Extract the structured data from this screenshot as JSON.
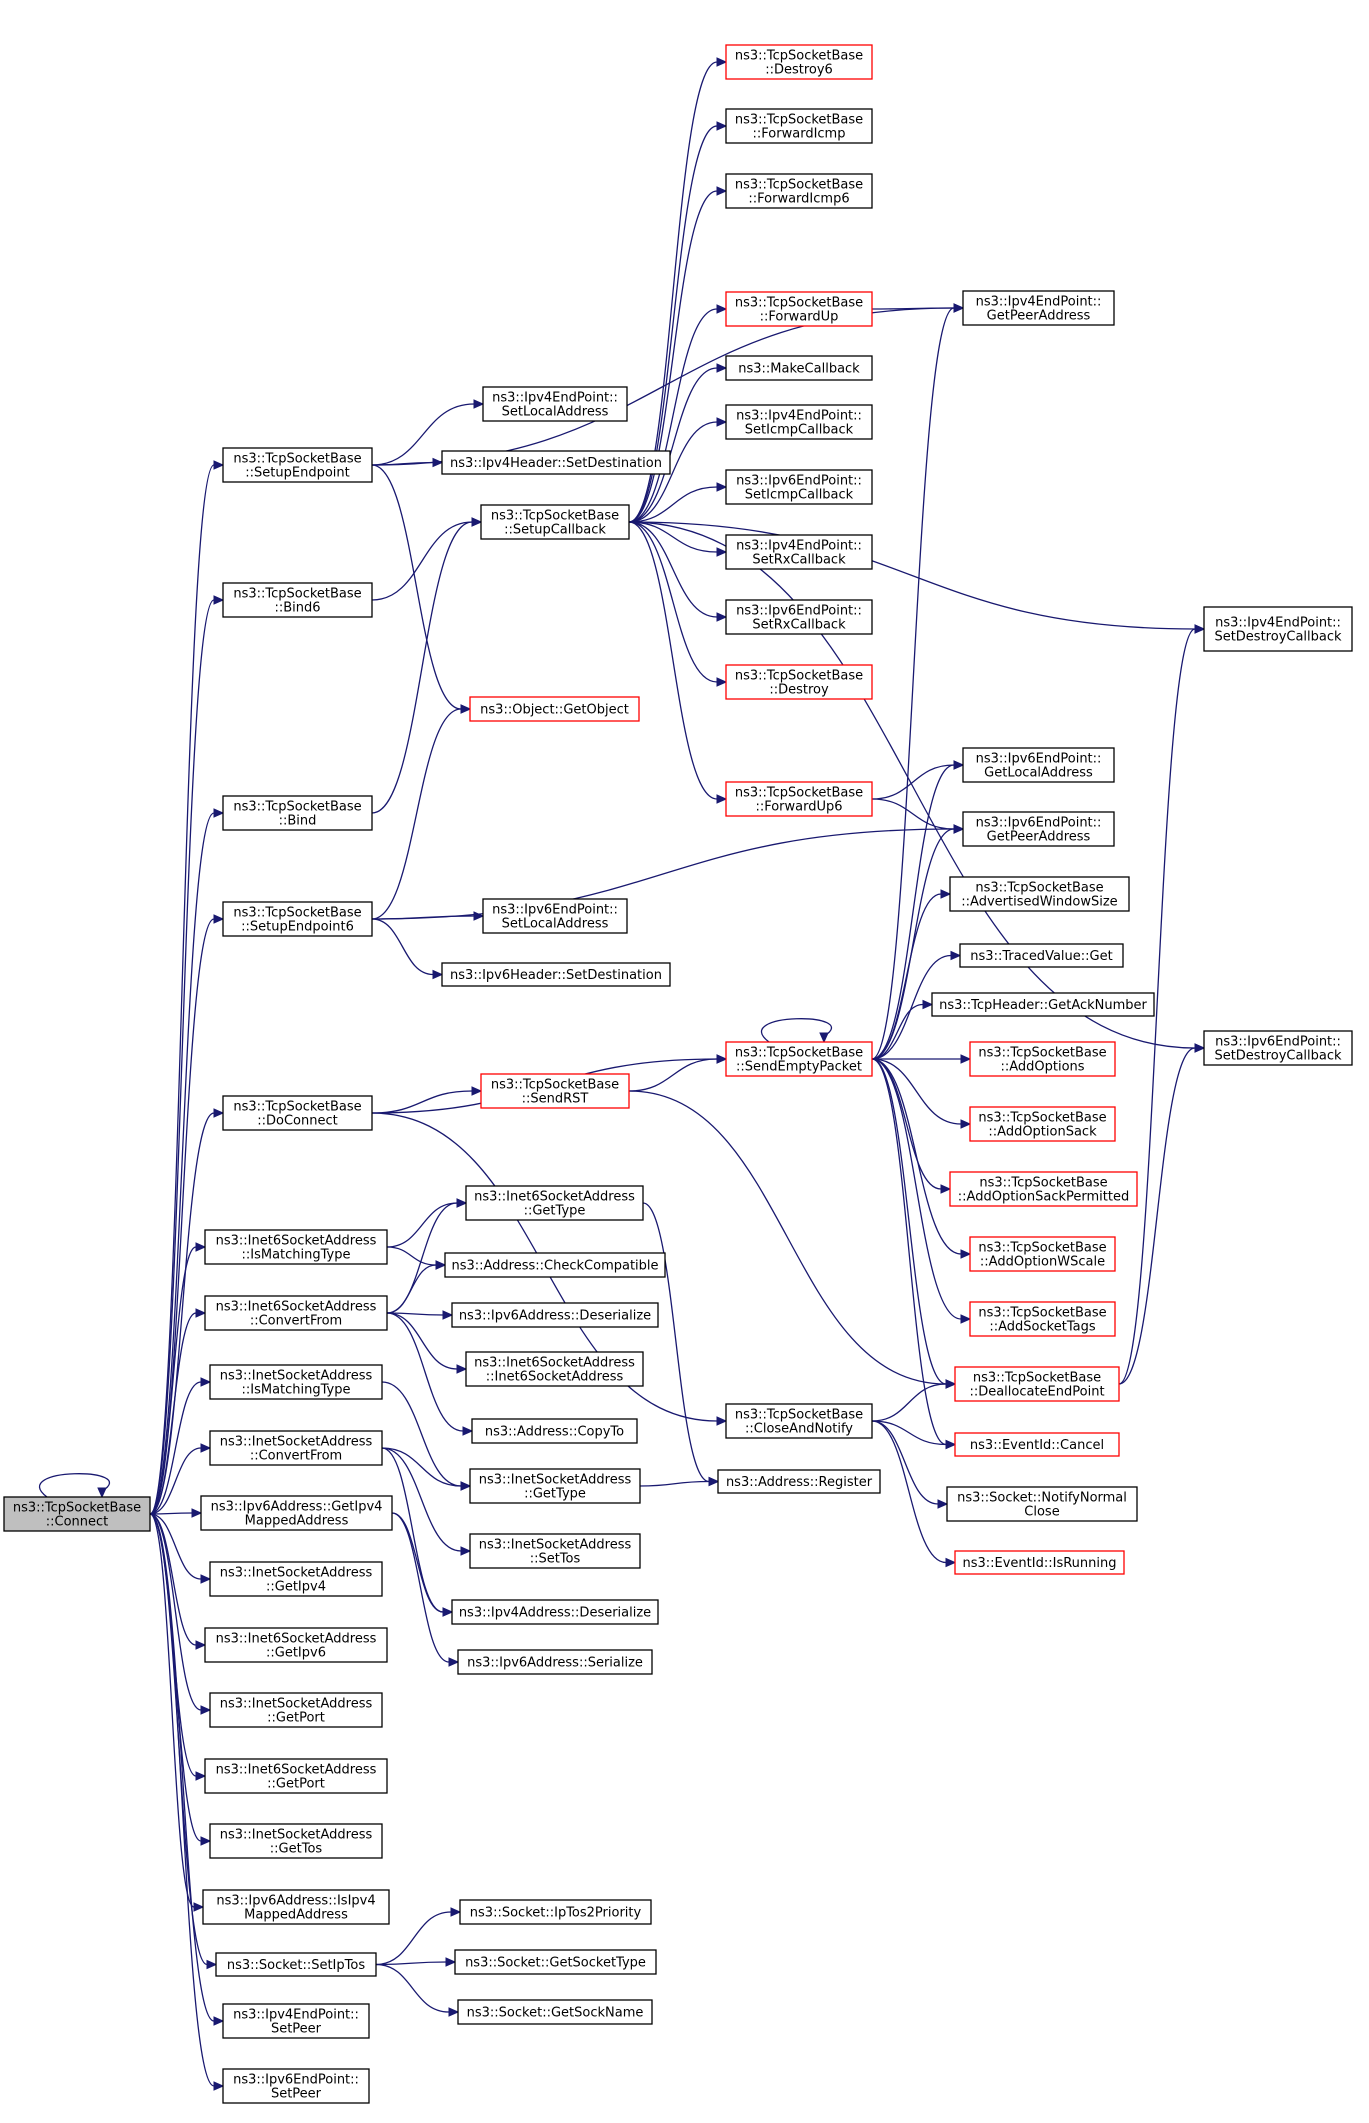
{
  "colors": {
    "edge": "#191970",
    "node_border_normal": "#000000",
    "node_border_red": "#ff0000",
    "root_fill": "#bfbfbf",
    "node_fill": "#ffffff"
  },
  "nodes": [
    {
      "id": "connect",
      "lines": [
        "ns3::TcpSocketBase",
        "::Connect"
      ],
      "style": "root"
    },
    {
      "id": "setupEndpoint",
      "lines": [
        "ns3::TcpSocketBase",
        "::SetupEndpoint"
      ],
      "style": "normal"
    },
    {
      "id": "bind6",
      "lines": [
        "ns3::TcpSocketBase",
        "::Bind6"
      ],
      "style": "normal"
    },
    {
      "id": "bind",
      "lines": [
        "ns3::TcpSocketBase",
        "::Bind"
      ],
      "style": "normal"
    },
    {
      "id": "setupEndpoint6",
      "lines": [
        "ns3::TcpSocketBase",
        "::SetupEndpoint6"
      ],
      "style": "normal"
    },
    {
      "id": "doConnect",
      "lines": [
        "ns3::TcpSocketBase",
        "::DoConnect"
      ],
      "style": "normal"
    },
    {
      "id": "i6sa_isMatch",
      "lines": [
        "ns3::Inet6SocketAddress",
        "::IsMatchingType"
      ],
      "style": "normal"
    },
    {
      "id": "i6sa_convFrom",
      "lines": [
        "ns3::Inet6SocketAddress",
        "::ConvertFrom"
      ],
      "style": "normal"
    },
    {
      "id": "isa_isMatch",
      "lines": [
        "ns3::InetSocketAddress",
        "::IsMatchingType"
      ],
      "style": "normal"
    },
    {
      "id": "isa_convFrom",
      "lines": [
        "ns3::InetSocketAddress",
        "::ConvertFrom"
      ],
      "style": "normal"
    },
    {
      "id": "ipv6_getIpv4Mapped",
      "lines": [
        "ns3::Ipv6Address::GetIpv4",
        "MappedAddress"
      ],
      "style": "normal"
    },
    {
      "id": "isa_getIpv4",
      "lines": [
        "ns3::InetSocketAddress",
        "::GetIpv4"
      ],
      "style": "normal"
    },
    {
      "id": "i6sa_getIpv6",
      "lines": [
        "ns3::Inet6SocketAddress",
        "::GetIpv6"
      ],
      "style": "normal"
    },
    {
      "id": "isa_getPort",
      "lines": [
        "ns3::InetSocketAddress",
        "::GetPort"
      ],
      "style": "normal"
    },
    {
      "id": "i6sa_getPort",
      "lines": [
        "ns3::Inet6SocketAddress",
        "::GetPort"
      ],
      "style": "normal"
    },
    {
      "id": "isa_getTos",
      "lines": [
        "ns3::InetSocketAddress",
        "::GetTos"
      ],
      "style": "normal"
    },
    {
      "id": "ipv6_isIpv4Mapped",
      "lines": [
        "ns3::Ipv6Address::IsIpv4",
        "MappedAddress"
      ],
      "style": "normal"
    },
    {
      "id": "sock_setIpTos",
      "lines": [
        "ns3::Socket::SetIpTos"
      ],
      "style": "normal"
    },
    {
      "id": "ipv4ep_setPeer",
      "lines": [
        "ns3::Ipv4EndPoint::",
        "SetPeer"
      ],
      "style": "normal"
    },
    {
      "id": "ipv6ep_setPeer",
      "lines": [
        "ns3::Ipv6EndPoint::",
        "SetPeer"
      ],
      "style": "normal"
    },
    {
      "id": "ipv4ep_setLocal",
      "lines": [
        "ns3::Ipv4EndPoint::",
        "SetLocalAddress"
      ],
      "style": "normal"
    },
    {
      "id": "ipv4hdr_setDest",
      "lines": [
        "ns3::Ipv4Header::SetDestination"
      ],
      "style": "normal"
    },
    {
      "id": "setupCallback",
      "lines": [
        "ns3::TcpSocketBase",
        "::SetupCallback"
      ],
      "style": "normal"
    },
    {
      "id": "getObject",
      "lines": [
        "ns3::Object::GetObject"
      ],
      "style": "red"
    },
    {
      "id": "ipv6ep_setLocal",
      "lines": [
        "ns3::Ipv6EndPoint::",
        "SetLocalAddress"
      ],
      "style": "normal"
    },
    {
      "id": "ipv6hdr_setDest",
      "lines": [
        "ns3::Ipv6Header::SetDestination"
      ],
      "style": "normal"
    },
    {
      "id": "sendRST",
      "lines": [
        "ns3::TcpSocketBase",
        "::SendRST"
      ],
      "style": "red"
    },
    {
      "id": "i6sa_getType",
      "lines": [
        "ns3::Inet6SocketAddress",
        "::GetType"
      ],
      "style": "normal"
    },
    {
      "id": "addr_checkCompat",
      "lines": [
        "ns3::Address::CheckCompatible"
      ],
      "style": "normal"
    },
    {
      "id": "ipv6addr_deser",
      "lines": [
        "ns3::Ipv6Address::Deserialize"
      ],
      "style": "normal"
    },
    {
      "id": "i6sa_ctor",
      "lines": [
        "ns3::Inet6SocketAddress",
        "::Inet6SocketAddress"
      ],
      "style": "normal"
    },
    {
      "id": "addr_copyTo",
      "lines": [
        "ns3::Address::CopyTo"
      ],
      "style": "normal"
    },
    {
      "id": "isa_getType",
      "lines": [
        "ns3::InetSocketAddress",
        "::GetType"
      ],
      "style": "normal"
    },
    {
      "id": "isa_setTos",
      "lines": [
        "ns3::InetSocketAddress",
        "::SetTos"
      ],
      "style": "normal"
    },
    {
      "id": "ipv4addr_deser",
      "lines": [
        "ns3::Ipv4Address::Deserialize"
      ],
      "style": "normal"
    },
    {
      "id": "ipv6addr_ser",
      "lines": [
        "ns3::Ipv6Address::Serialize"
      ],
      "style": "normal"
    },
    {
      "id": "sock_ipTos2Prio",
      "lines": [
        "ns3::Socket::IpTos2Priority"
      ],
      "style": "normal"
    },
    {
      "id": "sock_getSockType",
      "lines": [
        "ns3::Socket::GetSocketType"
      ],
      "style": "normal"
    },
    {
      "id": "sock_getSockName",
      "lines": [
        "ns3::Socket::GetSockName"
      ],
      "style": "normal"
    },
    {
      "id": "destroy6",
      "lines": [
        "ns3::TcpSocketBase",
        "::Destroy6"
      ],
      "style": "red"
    },
    {
      "id": "fwdIcmp",
      "lines": [
        "ns3::TcpSocketBase",
        "::ForwardIcmp"
      ],
      "style": "normal"
    },
    {
      "id": "fwdIcmp6",
      "lines": [
        "ns3::TcpSocketBase",
        "::ForwardIcmp6"
      ],
      "style": "normal"
    },
    {
      "id": "fwdUp",
      "lines": [
        "ns3::TcpSocketBase",
        "::ForwardUp"
      ],
      "style": "red"
    },
    {
      "id": "makeCallback",
      "lines": [
        "ns3::MakeCallback"
      ],
      "style": "normal"
    },
    {
      "id": "ipv4ep_setIcmpCb",
      "lines": [
        "ns3::Ipv4EndPoint::",
        "SetIcmpCallback"
      ],
      "style": "normal"
    },
    {
      "id": "ipv6ep_setIcmpCb",
      "lines": [
        "ns3::Ipv6EndPoint::",
        "SetIcmpCallback"
      ],
      "style": "normal"
    },
    {
      "id": "ipv4ep_setRxCb",
      "lines": [
        "ns3::Ipv4EndPoint::",
        "SetRxCallback"
      ],
      "style": "normal"
    },
    {
      "id": "ipv6ep_setRxCb",
      "lines": [
        "ns3::Ipv6EndPoint::",
        "SetRxCallback"
      ],
      "style": "normal"
    },
    {
      "id": "destroy",
      "lines": [
        "ns3::TcpSocketBase",
        "::Destroy"
      ],
      "style": "red"
    },
    {
      "id": "fwdUp6",
      "lines": [
        "ns3::TcpSocketBase",
        "::ForwardUp6"
      ],
      "style": "red"
    },
    {
      "id": "sendEmpty",
      "lines": [
        "ns3::TcpSocketBase",
        "::SendEmptyPacket"
      ],
      "style": "red"
    },
    {
      "id": "closeAndNotify",
      "lines": [
        "ns3::TcpSocketBase",
        "::CloseAndNotify"
      ],
      "style": "normal"
    },
    {
      "id": "addr_register",
      "lines": [
        "ns3::Address::Register"
      ],
      "style": "normal"
    },
    {
      "id": "ipv4ep_getPeer",
      "lines": [
        "ns3::Ipv4EndPoint::",
        "GetPeerAddress"
      ],
      "style": "normal"
    },
    {
      "id": "ipv6ep_getLocal",
      "lines": [
        "ns3::Ipv6EndPoint::",
        "GetLocalAddress"
      ],
      "style": "normal"
    },
    {
      "id": "ipv6ep_getPeer",
      "lines": [
        "ns3::Ipv6EndPoint::",
        "GetPeerAddress"
      ],
      "style": "normal"
    },
    {
      "id": "advWinSize",
      "lines": [
        "ns3::TcpSocketBase",
        "::AdvertisedWindowSize"
      ],
      "style": "normal"
    },
    {
      "id": "tracedGet",
      "lines": [
        "ns3::TracedValue::Get"
      ],
      "style": "normal"
    },
    {
      "id": "getAckNum",
      "lines": [
        "ns3::TcpHeader::GetAckNumber"
      ],
      "style": "normal"
    },
    {
      "id": "addOptions",
      "lines": [
        "ns3::TcpSocketBase",
        "::AddOptions"
      ],
      "style": "red"
    },
    {
      "id": "addOptSack",
      "lines": [
        "ns3::TcpSocketBase",
        "::AddOptionSack"
      ],
      "style": "red"
    },
    {
      "id": "addOptSackPerm",
      "lines": [
        "ns3::TcpSocketBase",
        "::AddOptionSackPermitted"
      ],
      "style": "red"
    },
    {
      "id": "addOptWScale",
      "lines": [
        "ns3::TcpSocketBase",
        "::AddOptionWScale"
      ],
      "style": "red"
    },
    {
      "id": "addSockTags",
      "lines": [
        "ns3::TcpSocketBase",
        "::AddSocketTags"
      ],
      "style": "red"
    },
    {
      "id": "deallocEp",
      "lines": [
        "ns3::TcpSocketBase",
        "::DeallocateEndPoint"
      ],
      "style": "red"
    },
    {
      "id": "eventCancel",
      "lines": [
        "ns3::EventId::Cancel"
      ],
      "style": "red"
    },
    {
      "id": "sockNotifyClose",
      "lines": [
        "ns3::Socket::NotifyNormal",
        "Close"
      ],
      "style": "normal"
    },
    {
      "id": "eventIsRunning",
      "lines": [
        "ns3::EventId::IsRunning"
      ],
      "style": "red"
    },
    {
      "id": "ipv4ep_setDestroyCb",
      "lines": [
        "ns3::Ipv4EndPoint::",
        "SetDestroyCallback"
      ],
      "style": "normal"
    },
    {
      "id": "ipv6ep_setDestroyCb",
      "lines": [
        "ns3::Ipv6EndPoint::",
        "SetDestroyCallback"
      ],
      "style": "normal"
    }
  ],
  "edges": [
    [
      "connect",
      "connect"
    ],
    [
      "connect",
      "setupEndpoint"
    ],
    [
      "connect",
      "bind6"
    ],
    [
      "connect",
      "bind"
    ],
    [
      "connect",
      "setupEndpoint6"
    ],
    [
      "connect",
      "doConnect"
    ],
    [
      "connect",
      "i6sa_isMatch"
    ],
    [
      "connect",
      "i6sa_convFrom"
    ],
    [
      "connect",
      "isa_isMatch"
    ],
    [
      "connect",
      "isa_convFrom"
    ],
    [
      "connect",
      "ipv6_getIpv4Mapped"
    ],
    [
      "connect",
      "isa_getIpv4"
    ],
    [
      "connect",
      "i6sa_getIpv6"
    ],
    [
      "connect",
      "isa_getPort"
    ],
    [
      "connect",
      "i6sa_getPort"
    ],
    [
      "connect",
      "isa_getTos"
    ],
    [
      "connect",
      "ipv6_isIpv4Mapped"
    ],
    [
      "connect",
      "sock_setIpTos"
    ],
    [
      "connect",
      "ipv4ep_setPeer"
    ],
    [
      "connect",
      "ipv6ep_setPeer"
    ],
    [
      "setupEndpoint",
      "ipv4ep_setLocal"
    ],
    [
      "setupEndpoint",
      "ipv4hdr_setDest"
    ],
    [
      "setupEndpoint",
      "getObject"
    ],
    [
      "setupEndpoint",
      "ipv4ep_getPeer"
    ],
    [
      "bind6",
      "setupCallback"
    ],
    [
      "bind",
      "setupCallback"
    ],
    [
      "setupEndpoint6",
      "getObject"
    ],
    [
      "setupEndpoint6",
      "ipv6ep_setLocal"
    ],
    [
      "setupEndpoint6",
      "ipv6hdr_setDest"
    ],
    [
      "setupEndpoint6",
      "ipv6ep_getPeer"
    ],
    [
      "doConnect",
      "sendEmpty"
    ],
    [
      "doConnect",
      "sendRST"
    ],
    [
      "doConnect",
      "closeAndNotify"
    ],
    [
      "i6sa_isMatch",
      "i6sa_getType"
    ],
    [
      "i6sa_isMatch",
      "addr_checkCompat"
    ],
    [
      "i6sa_convFrom",
      "i6sa_getType"
    ],
    [
      "i6sa_convFrom",
      "addr_checkCompat"
    ],
    [
      "i6sa_convFrom",
      "ipv6addr_deser"
    ],
    [
      "i6sa_convFrom",
      "i6sa_ctor"
    ],
    [
      "i6sa_convFrom",
      "addr_copyTo"
    ],
    [
      "isa_isMatch",
      "isa_getType"
    ],
    [
      "isa_convFrom",
      "isa_getType"
    ],
    [
      "isa_convFrom",
      "isa_setTos"
    ],
    [
      "isa_convFrom",
      "ipv4addr_deser"
    ],
    [
      "ipv6_getIpv4Mapped",
      "ipv4addr_deser"
    ],
    [
      "ipv6_getIpv4Mapped",
      "ipv6addr_ser"
    ],
    [
      "sock_setIpTos",
      "sock_ipTos2Prio"
    ],
    [
      "sock_setIpTos",
      "sock_getSockType"
    ],
    [
      "sock_setIpTos",
      "sock_getSockName"
    ],
    [
      "setupCallback",
      "destroy6"
    ],
    [
      "setupCallback",
      "fwdIcmp"
    ],
    [
      "setupCallback",
      "fwdIcmp6"
    ],
    [
      "setupCallback",
      "fwdUp"
    ],
    [
      "setupCallback",
      "makeCallback"
    ],
    [
      "setupCallback",
      "ipv4ep_setIcmpCb"
    ],
    [
      "setupCallback",
      "ipv6ep_setIcmpCb"
    ],
    [
      "setupCallback",
      "ipv4ep_setRxCb"
    ],
    [
      "setupCallback",
      "ipv6ep_setRxCb"
    ],
    [
      "setupCallback",
      "destroy"
    ],
    [
      "setupCallback",
      "fwdUp6"
    ],
    [
      "setupCallback",
      "ipv4ep_setDestroyCb"
    ],
    [
      "setupCallback",
      "ipv6ep_setDestroyCb"
    ],
    [
      "fwdUp",
      "ipv4ep_getPeer"
    ],
    [
      "fwdUp6",
      "ipv6ep_getLocal"
    ],
    [
      "fwdUp6",
      "ipv6ep_getPeer"
    ],
    [
      "sendRST",
      "sendEmpty"
    ],
    [
      "sendRST",
      "deallocEp"
    ],
    [
      "i6sa_getType",
      "addr_register"
    ],
    [
      "isa_getType",
      "addr_register"
    ],
    [
      "sendEmpty",
      "sendEmpty"
    ],
    [
      "sendEmpty",
      "ipv4ep_getPeer"
    ],
    [
      "sendEmpty",
      "ipv6ep_getLocal"
    ],
    [
      "sendEmpty",
      "ipv6ep_getPeer"
    ],
    [
      "sendEmpty",
      "advWinSize"
    ],
    [
      "sendEmpty",
      "tracedGet"
    ],
    [
      "sendEmpty",
      "getAckNum"
    ],
    [
      "sendEmpty",
      "addOptions"
    ],
    [
      "sendEmpty",
      "addOptSack"
    ],
    [
      "sendEmpty",
      "addOptSackPerm"
    ],
    [
      "sendEmpty",
      "addOptWScale"
    ],
    [
      "sendEmpty",
      "addSockTags"
    ],
    [
      "sendEmpty",
      "deallocEp"
    ],
    [
      "sendEmpty",
      "eventCancel"
    ],
    [
      "closeAndNotify",
      "deallocEp"
    ],
    [
      "closeAndNotify",
      "eventCancel"
    ],
    [
      "closeAndNotify",
      "sockNotifyClose"
    ],
    [
      "closeAndNotify",
      "eventIsRunning"
    ],
    [
      "deallocEp",
      "ipv4ep_setDestroyCb"
    ],
    [
      "deallocEp",
      "ipv6ep_setDestroyCb"
    ]
  ]
}
